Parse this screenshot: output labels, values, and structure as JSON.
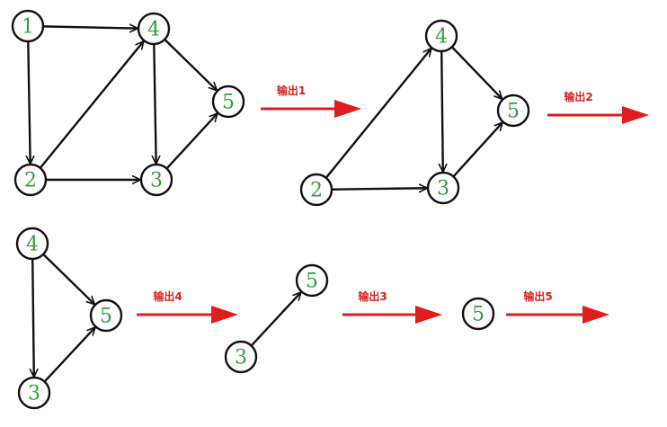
{
  "colors": {
    "node_label": "#2f9e3a",
    "node_stroke": "#111111",
    "edge": "#111111",
    "step_arrow": "#e01c1c",
    "step_text": "#d62020"
  },
  "graphs": [
    {
      "id": "stage-1",
      "nodes": [
        "1",
        "2",
        "3",
        "4",
        "5"
      ],
      "edges": [
        [
          "1",
          "4"
        ],
        [
          "1",
          "2"
        ],
        [
          "2",
          "4"
        ],
        [
          "2",
          "3"
        ],
        [
          "4",
          "3"
        ],
        [
          "4",
          "5"
        ],
        [
          "3",
          "5"
        ]
      ]
    },
    {
      "id": "stage-2",
      "nodes": [
        "2",
        "3",
        "4",
        "5"
      ],
      "edges": [
        [
          "2",
          "4"
        ],
        [
          "2",
          "3"
        ],
        [
          "4",
          "3"
        ],
        [
          "4",
          "5"
        ],
        [
          "3",
          "5"
        ]
      ]
    },
    {
      "id": "stage-3",
      "nodes": [
        "3",
        "4",
        "5"
      ],
      "edges": [
        [
          "4",
          "3"
        ],
        [
          "4",
          "5"
        ],
        [
          "3",
          "5"
        ]
      ]
    },
    {
      "id": "stage-4",
      "nodes": [
        "3",
        "5"
      ],
      "edges": [
        [
          "3",
          "5"
        ]
      ]
    },
    {
      "id": "stage-5",
      "nodes": [
        "5"
      ],
      "edges": []
    }
  ],
  "steps": [
    {
      "label": "输出1"
    },
    {
      "label": "输出2"
    },
    {
      "label": "输出4"
    },
    {
      "label": "输出3"
    },
    {
      "label": "输出5"
    }
  ]
}
